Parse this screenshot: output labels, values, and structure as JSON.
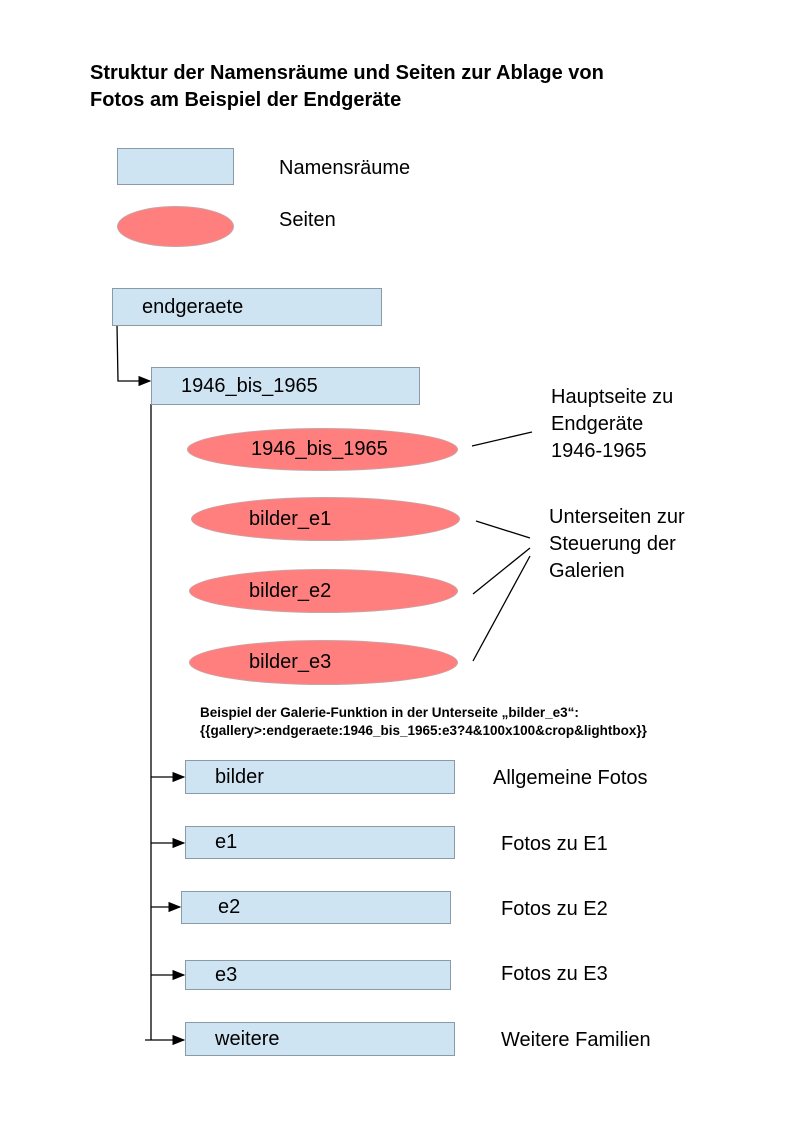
{
  "title": [
    "Struktur der Namensräume und Seiten zur Ablage von",
    "Fotos am Beispiel der Endgeräte"
  ],
  "legend": {
    "namespace": "Namensräume",
    "page": "Seiten"
  },
  "colors": {
    "namespace_fill": "#cfe4f3",
    "page_fill": "#ff7f7f"
  },
  "namespaces": {
    "root": "endgeraete",
    "period": "1946_bis_1965"
  },
  "pages": {
    "main": "1946_bis_1965",
    "sub": [
      "bilder_e1",
      "bilder_e2",
      "bilder_e3"
    ]
  },
  "annotations": {
    "main": [
      "Hauptseite zu",
      "Endgeräte",
      "1946-1965"
    ],
    "sub": [
      "Unterseiten zur",
      "Steuerung der",
      "Galerien"
    ]
  },
  "note": [
    "Beispiel der Galerie-Funktion in der Unterseite „bilder_e3“:",
    "{{gallery>:endgeraete:1946_bis_1965:e3?4&100x100&crop&lightbox}}"
  ],
  "subnamespaces": [
    {
      "name": "bilder",
      "desc": "Allgemeine Fotos"
    },
    {
      "name": "e1",
      "desc": "Fotos zu E1"
    },
    {
      "name": "e2",
      "desc": "Fotos zu E2"
    },
    {
      "name": "e3",
      "desc": "Fotos zu E3"
    },
    {
      "name": "weitere",
      "desc": "Weitere Familien"
    }
  ]
}
